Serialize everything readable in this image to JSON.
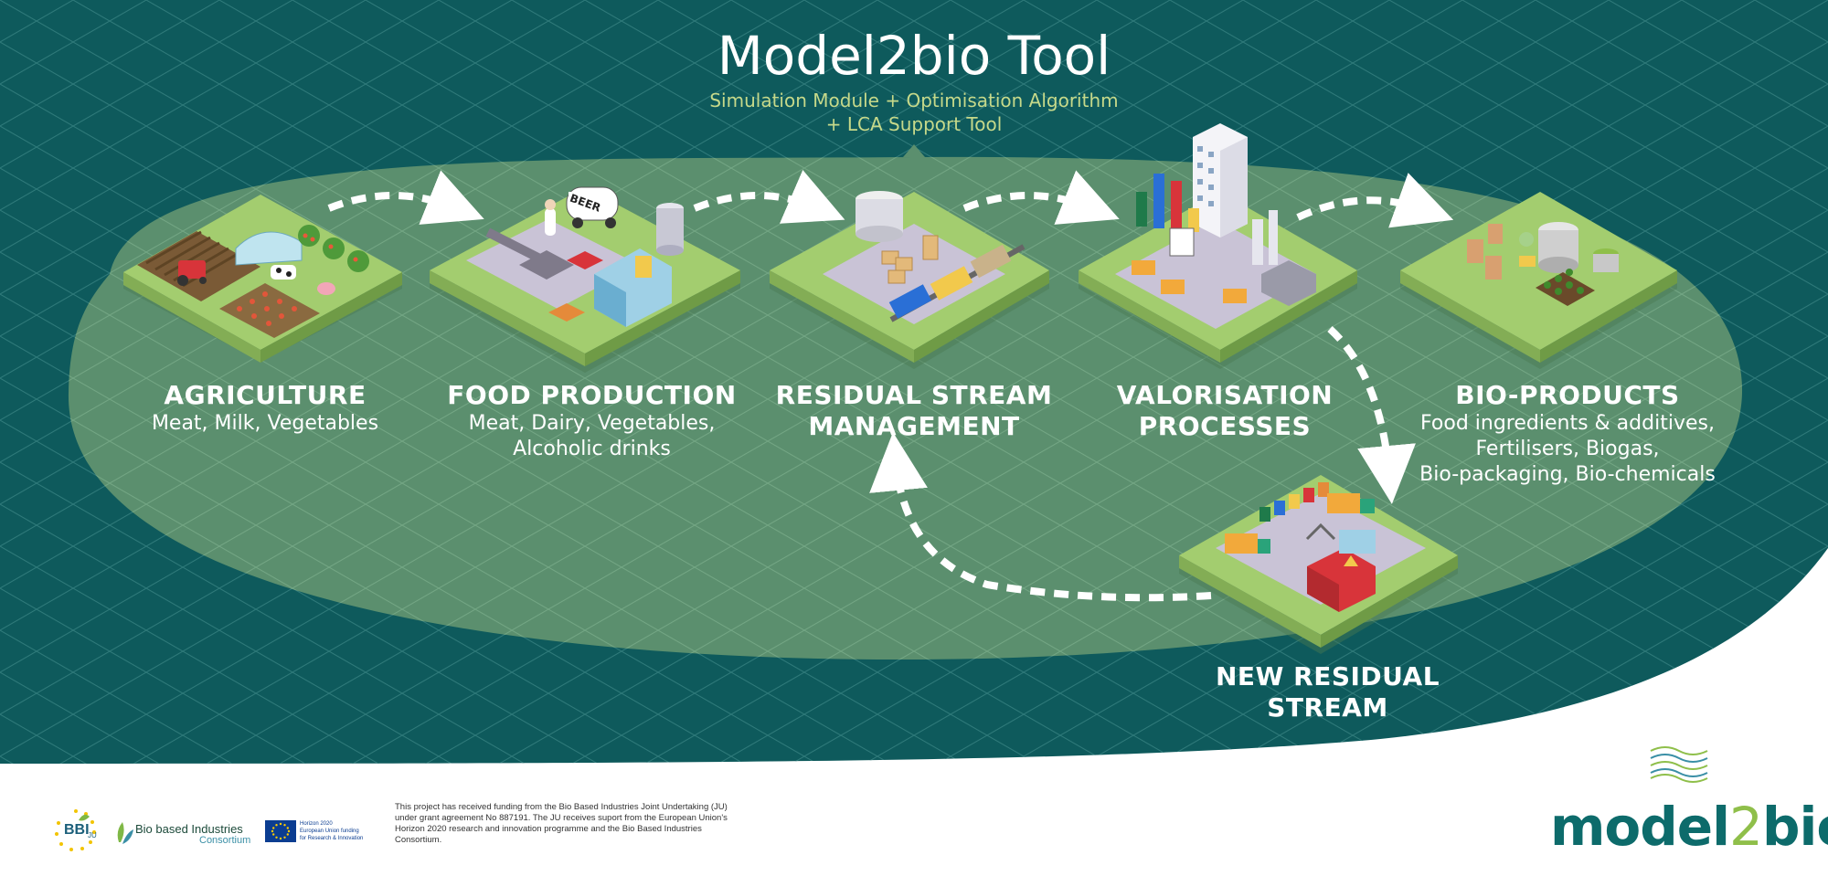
{
  "title": "Model2bio Tool",
  "subtitle_line1": "Simulation Module + Optimisation Algorithm",
  "subtitle_line2": "+ LCA Support Tool",
  "stages": [
    {
      "title": "AGRICULTURE",
      "lines": [
        "Meat, Milk, Vegetables"
      ]
    },
    {
      "title": "FOOD PRODUCTION",
      "lines": [
        "Meat, Dairy, Vegetables,",
        "Alcoholic drinks"
      ]
    },
    {
      "title_lines": [
        "RESIDUAL STREAM",
        "MANAGEMENT"
      ]
    },
    {
      "title_lines": [
        "VALORISATION",
        "PROCESSES"
      ]
    },
    {
      "title": "BIO-PRODUCTS",
      "lines": [
        "Food ingredients & additives,",
        "Fertilisers, Biogas,",
        "Bio-packaging, Bio-chemicals"
      ]
    },
    {
      "title_lines": [
        "NEW RESIDUAL",
        "STREAM"
      ]
    }
  ],
  "beer_sign": "BEER",
  "footer": {
    "funding_text": "This project has received funding from the Bio Based Industries Joint Undertaking (JU) under grant agreement No 887191. The JU receives suport from the European Union's Horizon 2020 research and innovation programme and the Bio Based Industries Consortium.",
    "bbi_logo": "BBI",
    "bbi_ju": "JU",
    "bic_line1": "Bio based Industries",
    "bic_line2": "Consortium",
    "eu_line1": "Horizon 2020",
    "eu_line2": "European Union funding",
    "eu_line3": "for Research & Innovation",
    "brand_part1": "model",
    "brand_part2": "2",
    "brand_part3": "bio"
  },
  "colors": {
    "background_teal": "#0e5a5c",
    "ellipse_green": "#5b8f6e",
    "tile_top": "#a3cd6f",
    "accent_subtitle": "#c6d98a",
    "brand_teal": "#0d6b6b",
    "brand_green": "#8fbf4a"
  }
}
